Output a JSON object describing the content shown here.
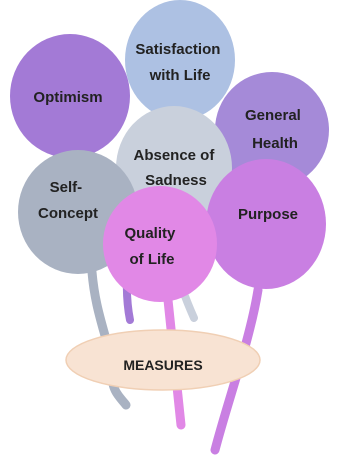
{
  "colors": {
    "optimism": "#a37ad6",
    "satisfaction": "#adc1e3",
    "general_health": "#a58ad8",
    "absence_of_sadness": "#c9d0dc",
    "self_concept": "#a9b2c2",
    "purpose": "#c97fe2",
    "quality_of_life": "#e188e6",
    "measures_fill": "#f8e3d3",
    "measures_stroke": "#f0cfb4"
  },
  "balloons": [
    {
      "id": "satisfaction",
      "lines": [
        "Satisfaction",
        "with Life"
      ]
    },
    {
      "id": "optimism",
      "lines": [
        "Optimism"
      ]
    },
    {
      "id": "general_health",
      "lines": [
        "General",
        "Health"
      ]
    },
    {
      "id": "absence_of_sadness",
      "lines": [
        "Absence of",
        "Sadness"
      ]
    },
    {
      "id": "self_concept",
      "lines": [
        "Self-",
        "Concept"
      ]
    },
    {
      "id": "purpose",
      "lines": [
        "Purpose"
      ]
    },
    {
      "id": "quality_of_life",
      "lines": [
        "Quality",
        "of Life"
      ]
    }
  ],
  "base": {
    "label": "MEASURES"
  }
}
